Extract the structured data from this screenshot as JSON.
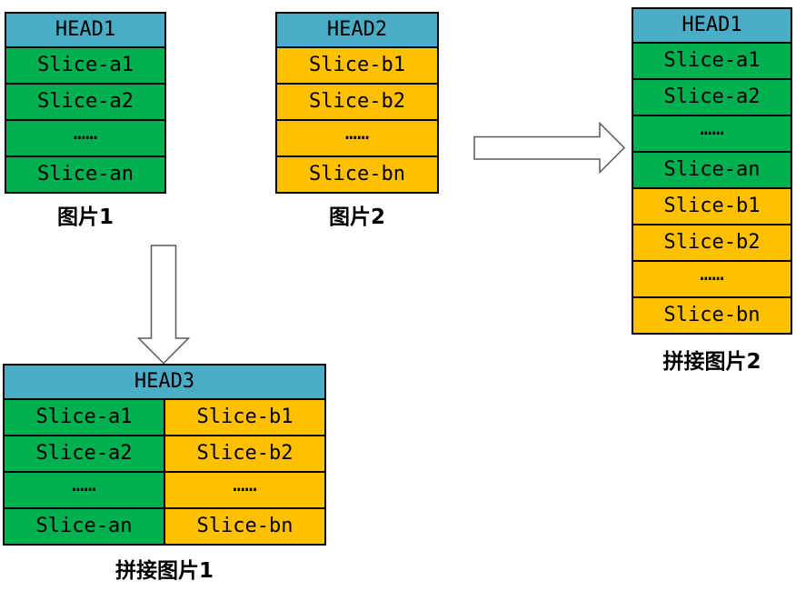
{
  "background": "#ffffff",
  "colors": {
    "background": "#ffffff",
    "header": "#4BACC6",
    "green": "#00B050",
    "orange": "#FFC000",
    "border": "#000000",
    "text": "#000000",
    "arrow_outline": "#595959",
    "arrow_fill": "#ffffff"
  },
  "icons": {
    "right_arrow": "block-arrow-right",
    "down_arrow": "block-arrow-down"
  },
  "diagram": {
    "image1": {
      "header": "HEAD1",
      "rows": [
        "Slice-a1",
        "Slice-a2",
        "……",
        "Slice-an"
      ],
      "caption": "图片1"
    },
    "image2": {
      "header": "HEAD2",
      "rows": [
        "Slice-b1",
        "Slice-b2",
        "……",
        "Slice-bn"
      ],
      "caption": "图片2"
    },
    "concat_vertical": {
      "header": "HEAD1",
      "green_rows": [
        "Slice-a1",
        "Slice-a2",
        "……",
        "Slice-an"
      ],
      "orange_rows": [
        "Slice-b1",
        "Slice-b2",
        "……",
        "Slice-bn"
      ],
      "caption": "拼接图片2"
    },
    "concat_horizontal": {
      "header": "HEAD3",
      "green_col": [
        "Slice-a1",
        "Slice-a2",
        "……",
        "Slice-an"
      ],
      "orange_col": [
        "Slice-b1",
        "Slice-b2",
        "……",
        "Slice-bn"
      ],
      "caption": "拼接图片1"
    }
  }
}
